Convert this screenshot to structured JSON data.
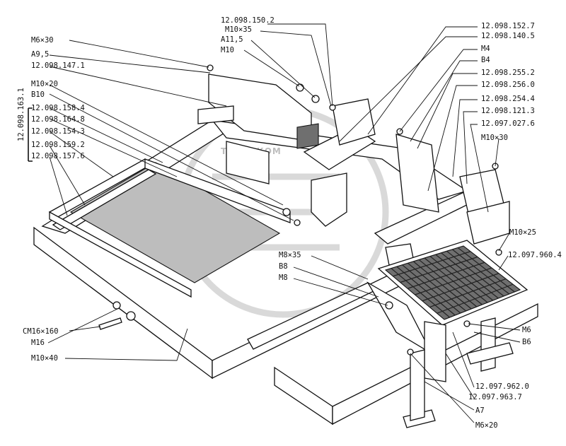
{
  "watermark": {
    "text": "ТЕХНОКОМ"
  },
  "labels": {
    "l01": "12.098.150.2",
    "l02": "М10×35",
    "l03": "А11,5",
    "l04": "М10",
    "l05": "М6×30",
    "l06": "А9,5",
    "l07": "12.098.147.1",
    "l08": "М10×20",
    "l09": "В10",
    "l10": "12.098.158.4",
    "l11": "12.098.164.8",
    "l12": "12.098.154.3",
    "l13": "12.098.159.2",
    "l14": "12.098.157.6",
    "l15": "12.098.163.1",
    "l16": "12.098.152.7",
    "l17": "12.098.140.5",
    "l18": "М4",
    "l19": "В4",
    "l20": "12.098.255.2",
    "l21": "12.098.256.0",
    "l22": "12.098.254.4",
    "l23": "12.098.121.3",
    "l24": "12.097.027.6",
    "l25": "М10×30",
    "l26": "М10×25",
    "l27": "12.097.960.4",
    "l28": "М8×35",
    "l29": "В8",
    "l30": "М8",
    "l31": "М6",
    "l32": "В6",
    "l33": "12.097.962.0",
    "l34": "12.097.963.7",
    "l35": "А7",
    "l36": "М6×20",
    "l37": "СМ16×160",
    "l38": "М16",
    "l39": "М10×40"
  }
}
